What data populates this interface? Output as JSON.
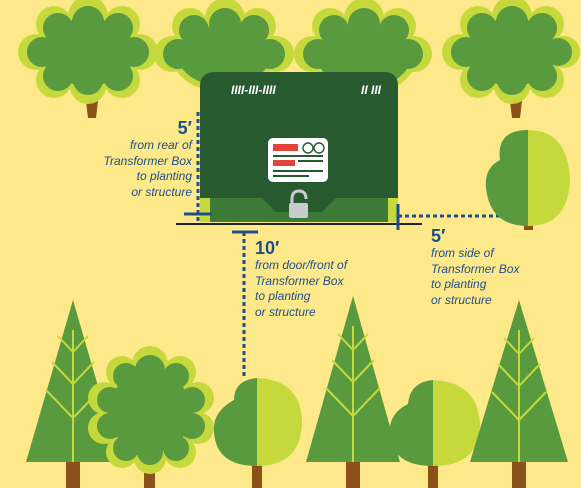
{
  "box": {
    "code_left": "IIII-III-IIII",
    "code_right": "II III"
  },
  "clearances": {
    "rear": {
      "distance": "5′",
      "line1": "from rear of",
      "line2": "Transformer Box",
      "line3": "to planting",
      "line4": "or structure"
    },
    "door": {
      "distance": "10′",
      "line1": "from door/front of",
      "line2": "Transformer Box",
      "line3": "to planting",
      "line4": "or structure"
    },
    "side": {
      "distance": "5′",
      "line1": "from side of",
      "line2": "Transformer Box",
      "line3": "to planting",
      "line4": "or structure"
    }
  },
  "colors": {
    "background": "#fde98a",
    "box": "#275a2f",
    "guide": "#1f4e8c",
    "foliage_dark": "#5a9a3e",
    "foliage_light": "#c6d93c",
    "trunk": "#8a5218"
  }
}
